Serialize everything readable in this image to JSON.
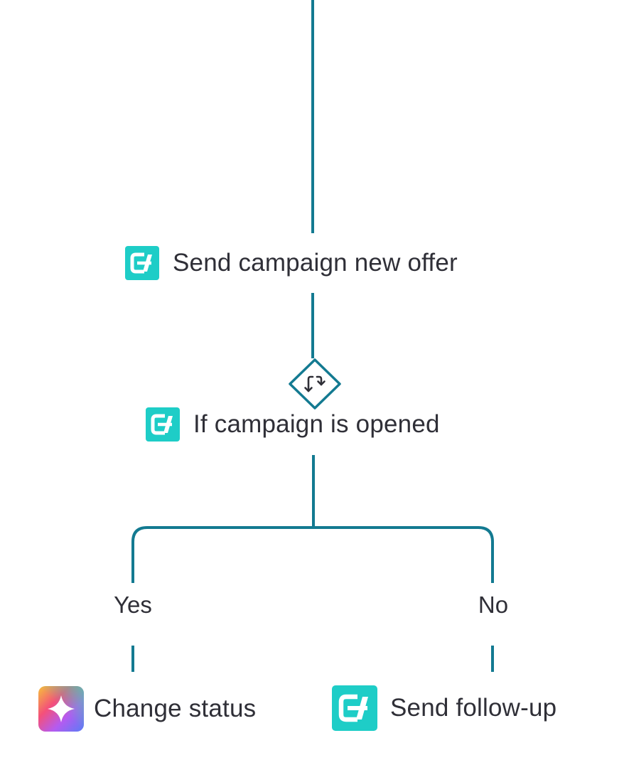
{
  "colors": {
    "connector": "#137a91",
    "brand_icon_bg": "#1ecdc7",
    "text": "#2f2f37"
  },
  "nodes": {
    "send_campaign": {
      "label": "Send campaign new offer",
      "icon": "campaign-logo-icon"
    },
    "condition": {
      "label": "If campaign is opened",
      "icon": "campaign-logo-icon"
    },
    "change_status": {
      "label": "Change status",
      "icon": "sparkle-icon"
    },
    "send_followup": {
      "label": "Send follow-up",
      "icon": "campaign-logo-icon"
    }
  },
  "decision": {
    "icon": "branch-arrows-icon"
  },
  "branches": {
    "yes": "Yes",
    "no": "No"
  }
}
